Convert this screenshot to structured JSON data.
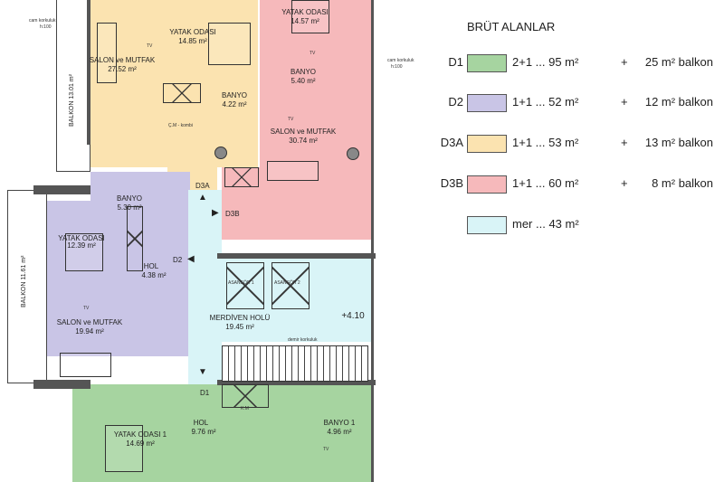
{
  "legend": {
    "title": "BRÜT ALANLAR",
    "items": [
      {
        "code": "D1",
        "color": "#a6d4a0",
        "size": "2+1 ... 95 m²",
        "plus": "+",
        "balcony": "25 m² balkon"
      },
      {
        "code": "D2",
        "color": "#c9c5e6",
        "size": "1+1 ... 52 m²",
        "plus": "+",
        "balcony": "12 m² balkon"
      },
      {
        "code": "D3A",
        "color": "#fbe3b0",
        "size": "1+1 ... 53 m²",
        "plus": "+",
        "balcony": "13 m² balkon"
      },
      {
        "code": "D3B",
        "color": "#f6b9bb",
        "size": "1+1 ... 60 m²",
        "plus": "+",
        "balcony": "8 m² balkon"
      },
      {
        "code": "",
        "color": "#d9f4f7",
        "size": "mer ... 43 m²"
      }
    ]
  },
  "rooms": [
    {
      "name": "YATAK ODASI",
      "area": "14.85 m²"
    },
    {
      "name": "SALON ve MUTFAK",
      "area": "27.52 m²"
    },
    {
      "name": "BANYO",
      "area": "4.22 m²"
    },
    {
      "name": "YATAK ODASI",
      "area": "14.57 m²"
    },
    {
      "name": "BANYO",
      "area": "5.40 m²"
    },
    {
      "name": "SALON ve MUTFAK",
      "area": "30.74 m²"
    },
    {
      "name": "BANYO",
      "area": "5.30 m²"
    },
    {
      "name": "YATAK ODASI",
      "area": "12.39 m²"
    },
    {
      "name": "HOL",
      "area": "4.38 m²"
    },
    {
      "name": "SALON ve MUTFAK",
      "area": "19.94 m²"
    },
    {
      "name": "MERDİVEN HOLÜ",
      "area": "19.45 m²"
    },
    {
      "name": "HOL",
      "area": "9.76 m²"
    },
    {
      "name": "YATAK ODASI 1",
      "area": "14.69 m²"
    },
    {
      "name": "BANYO 1",
      "area": "4.96 m²"
    }
  ],
  "doors": {
    "d1": "D1",
    "d2": "D2",
    "d3a": "D3A",
    "d3b": "D3B"
  },
  "balconies": {
    "top": "BALKON  13.01 m²",
    "left": "BALKON  11.61 m²"
  },
  "notes": {
    "railing_left": "cam korkuluk",
    "railing_left_h": "h:100",
    "railing_right": "cam korkuluk",
    "railing_right_h": "h:100",
    "iron_railing": "demir korkuluk",
    "level": "+4.10",
    "elevator1": "ASANSÖR 1",
    "elevator2": "ASANSÖR 2",
    "tv": "TV",
    "boiler": "Ç.M - kombi",
    "km": "K.M"
  }
}
